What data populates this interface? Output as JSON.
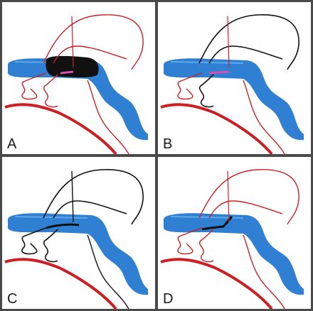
{
  "panels": [
    {
      "id": "A",
      "label": "A",
      "state": "full-thrombus-in-vein-segment"
    },
    {
      "id": "B",
      "label": "B",
      "state": "arteries-marked-black"
    },
    {
      "id": "C",
      "label": "C",
      "state": "fistula-in-vein-wall"
    },
    {
      "id": "D",
      "label": "D",
      "state": "residual-small-shunt"
    }
  ],
  "colors": {
    "vein": "#2f7fd2",
    "vein_highlight": "#5fa8ea",
    "artery": "#cc1f24",
    "black": "#111111",
    "pink": "#d94fb0",
    "frame": "#4a4a4a",
    "background": "#ffffff"
  }
}
